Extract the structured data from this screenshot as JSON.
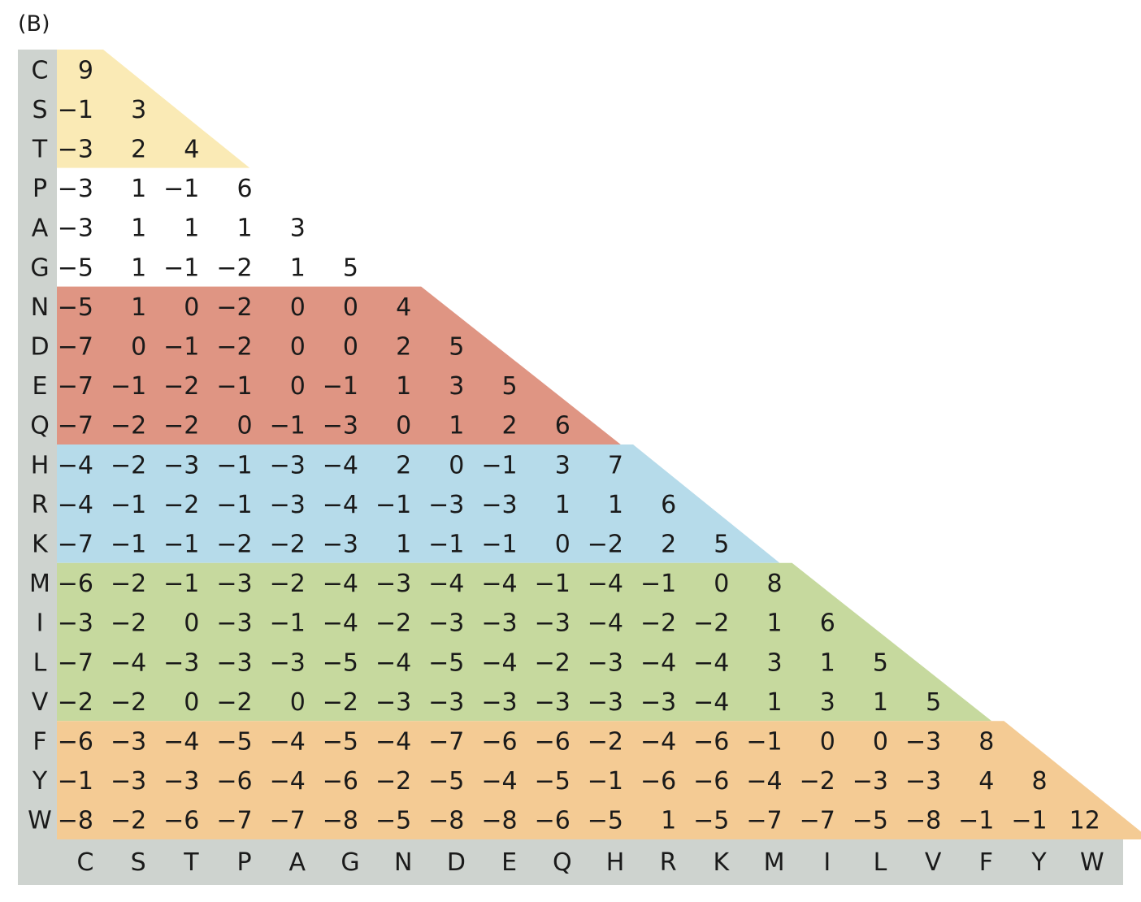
{
  "panel_label": "(B)",
  "residues": [
    "C",
    "S",
    "T",
    "P",
    "A",
    "G",
    "N",
    "D",
    "E",
    "Q",
    "H",
    "R",
    "K",
    "M",
    "I",
    "L",
    "V",
    "F",
    "Y",
    "W"
  ],
  "rows": [
    [
      "9"
    ],
    [
      "−1",
      "3"
    ],
    [
      "−3",
      "2",
      "4"
    ],
    [
      "−3",
      "1",
      "−1",
      "6"
    ],
    [
      "−3",
      "1",
      "1",
      "1",
      "3"
    ],
    [
      "−5",
      "1",
      "−1",
      "−2",
      "1",
      "5"
    ],
    [
      "−5",
      "1",
      "0",
      "−2",
      "0",
      "0",
      "4"
    ],
    [
      "−7",
      "0",
      "−1",
      "−2",
      "0",
      "0",
      "2",
      "5"
    ],
    [
      "−7",
      "−1",
      "−2",
      "−1",
      "0",
      "−1",
      "1",
      "3",
      "5"
    ],
    [
      "−7",
      "−2",
      "−2",
      "0",
      "−1",
      "−3",
      "0",
      "1",
      "2",
      "6"
    ],
    [
      "−4",
      "−2",
      "−3",
      "−1",
      "−3",
      "−4",
      "2",
      "0",
      "−1",
      "3",
      "7"
    ],
    [
      "−4",
      "−1",
      "−2",
      "−1",
      "−3",
      "−4",
      "−1",
      "−3",
      "−3",
      "1",
      "1",
      "6"
    ],
    [
      "−7",
      "−1",
      "−1",
      "−2",
      "−2",
      "−3",
      "1",
      "−1",
      "−1",
      "0",
      "−2",
      "2",
      "5"
    ],
    [
      "−6",
      "−2",
      "−1",
      "−3",
      "−2",
      "−4",
      "−3",
      "−4",
      "−4",
      "−1",
      "−4",
      "−1",
      "0",
      "8"
    ],
    [
      "−3",
      "−2",
      "0",
      "−3",
      "−1",
      "−4",
      "−2",
      "−3",
      "−3",
      "−3",
      "−4",
      "−2",
      "−2",
      "1",
      "6"
    ],
    [
      "−7",
      "−4",
      "−3",
      "−3",
      "−3",
      "−5",
      "−4",
      "−5",
      "−4",
      "−2",
      "−3",
      "−4",
      "−4",
      "3",
      "1",
      "5"
    ],
    [
      "−2",
      "−2",
      "0",
      "−2",
      "0",
      "−2",
      "−3",
      "−3",
      "−3",
      "−3",
      "−3",
      "−3",
      "−4",
      "1",
      "3",
      "1",
      "5"
    ],
    [
      "−6",
      "−3",
      "−4",
      "−5",
      "−4",
      "−5",
      "−4",
      "−7",
      "−6",
      "−6",
      "−2",
      "−4",
      "−6",
      "−1",
      "0",
      "0",
      "−3",
      "8"
    ],
    [
      "−1",
      "−3",
      "−3",
      "−6",
      "−4",
      "−6",
      "−2",
      "−5",
      "−4",
      "−5",
      "−1",
      "−6",
      "−6",
      "−4",
      "−2",
      "−3",
      "−3",
      "4",
      "8"
    ],
    [
      "−8",
      "−2",
      "−6",
      "−7",
      "−7",
      "−8",
      "−5",
      "−8",
      "−8",
      "−6",
      "−5",
      "1",
      "−5",
      "−7",
      "−7",
      "−5",
      "−8",
      "−1",
      "−1",
      "12"
    ]
  ],
  "groups": [
    {
      "start": 0,
      "end": 2,
      "color": "#faeab5"
    },
    {
      "start": 3,
      "end": 5,
      "color": "#ffffff"
    },
    {
      "start": 6,
      "end": 9,
      "color": "#df9583"
    },
    {
      "start": 10,
      "end": 12,
      "color": "#b6dbea"
    },
    {
      "start": 13,
      "end": 16,
      "color": "#c6d99e"
    },
    {
      "start": 17,
      "end": 19,
      "color": "#f4cb94"
    }
  ],
  "axis_color": "#ced3cf"
}
